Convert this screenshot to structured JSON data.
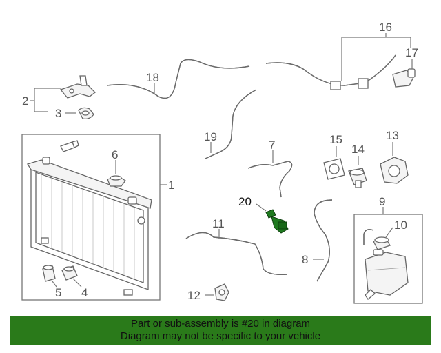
{
  "callouts": {
    "c1": "1",
    "c2": "2",
    "c3": "3",
    "c4": "4",
    "c5": "5",
    "c6": "6",
    "c7": "7",
    "c8": "8",
    "c9": "9",
    "c10": "10",
    "c11": "11",
    "c12": "12",
    "c13": "13",
    "c14": "14",
    "c15": "15",
    "c16": "16",
    "c17": "17",
    "c18": "18",
    "c19": "19",
    "c20": "20"
  },
  "highlight_color": "#1f7a1f",
  "banner": {
    "line1": "Part or sub-assembly is #20 in diagram",
    "line2": "Diagram may not be specific to your vehicle",
    "color": "#2a7a1a"
  }
}
